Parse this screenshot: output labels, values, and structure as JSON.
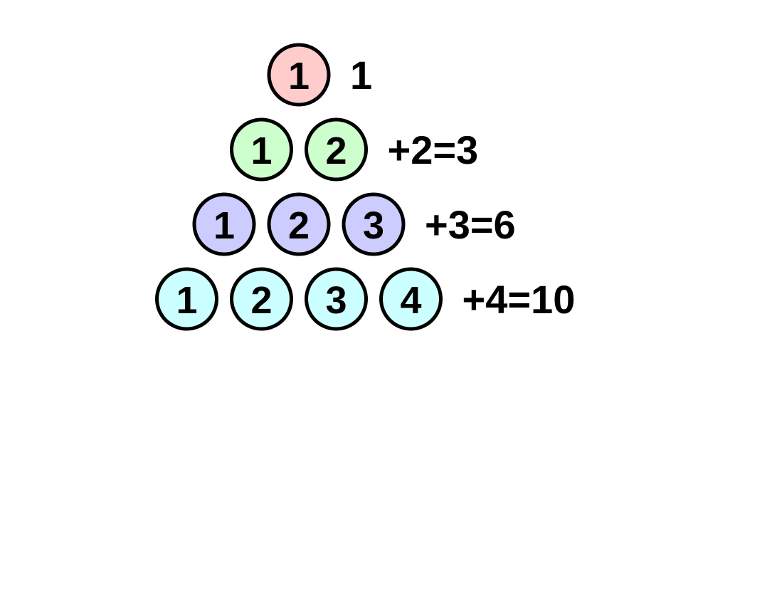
{
  "rows": [
    {
      "color": "#ffcccc",
      "balls": [
        "1"
      ],
      "sum": "1"
    },
    {
      "color": "#ccffcc",
      "balls": [
        "1",
        "2"
      ],
      "sum": "+2=3"
    },
    {
      "color": "#ccccff",
      "balls": [
        "1",
        "2",
        "3"
      ],
      "sum": "+3=6"
    },
    {
      "color": "#ccffff",
      "balls": [
        "1",
        "2",
        "3",
        "4"
      ],
      "sum": "+4=10"
    }
  ],
  "outline_color": "#000000"
}
